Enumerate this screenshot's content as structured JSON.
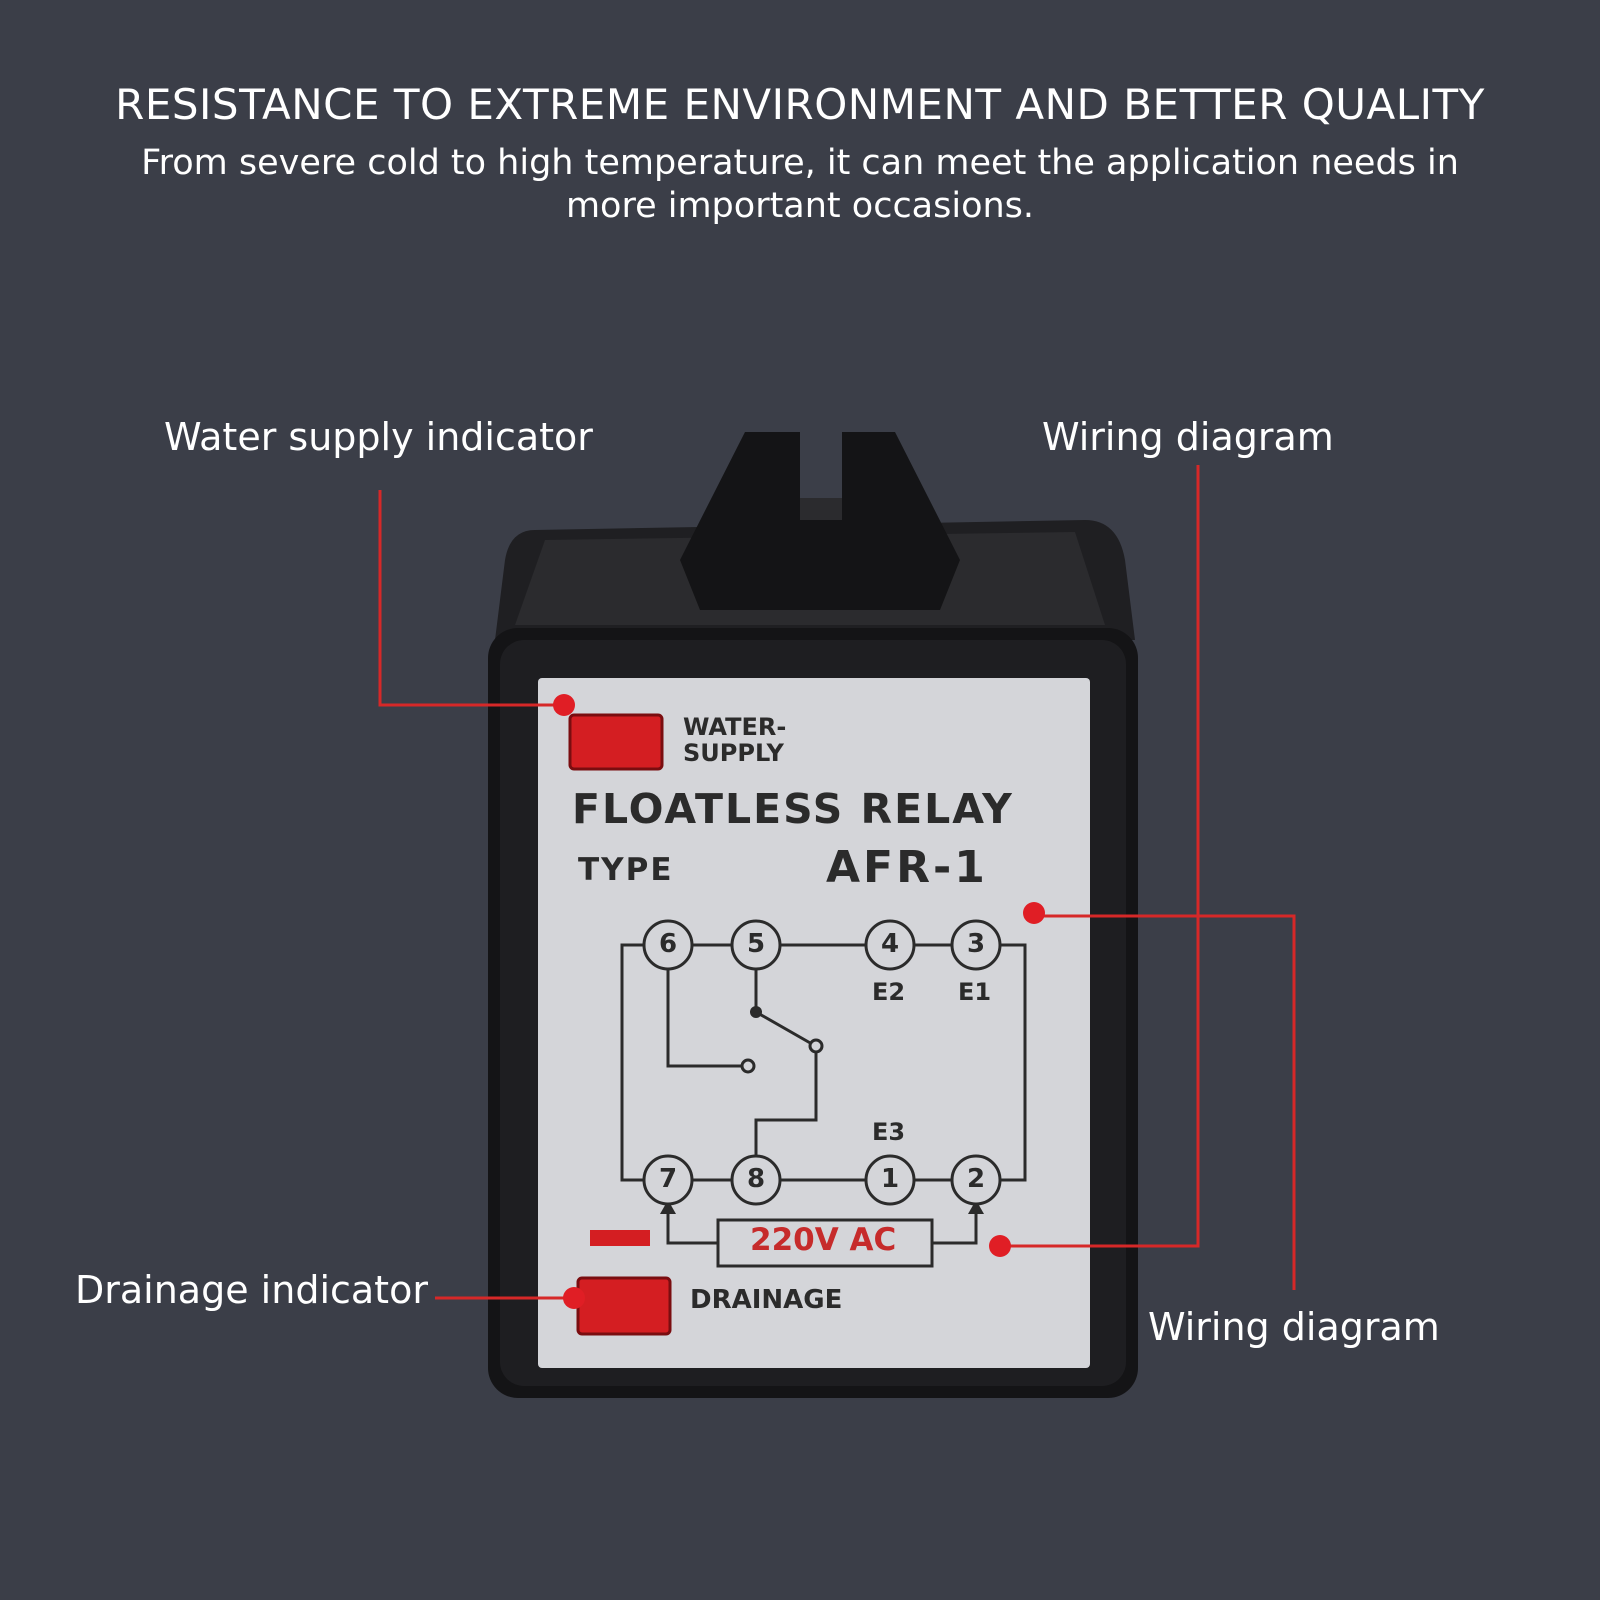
{
  "header": {
    "title": "RESISTANCE TO EXTREME ENVIRONMENT AND BETTER QUALITY",
    "subtitle": "From severe cold to high temperature, it can meet the application needs in more important occasions."
  },
  "callouts": {
    "water_supply": "Water supply indicator",
    "wiring_top": "Wiring diagram",
    "drainage": "Drainage indicator",
    "wiring_bottom": "Wiring diagram"
  },
  "faceplate": {
    "water_label_line1": "WATER-",
    "water_label_line2": "SUPPLY",
    "title": "FLOATLESS RELAY",
    "type_label": "TYPE",
    "type_value": "AFR-1",
    "drain_label": "DRAINAGE",
    "voltage": "220V AC",
    "terminals_top": [
      "6",
      "5",
      "4",
      "3"
    ],
    "terminals_bottom": [
      "7",
      "8",
      "1",
      "2"
    ],
    "e2": "E2",
    "e1": "E1",
    "e3": "E3"
  },
  "colors": {
    "background": "#3b3e48",
    "accent_red": "#d62828",
    "faceplate": "#d4d5d9",
    "housing": "#1d1d1f"
  }
}
